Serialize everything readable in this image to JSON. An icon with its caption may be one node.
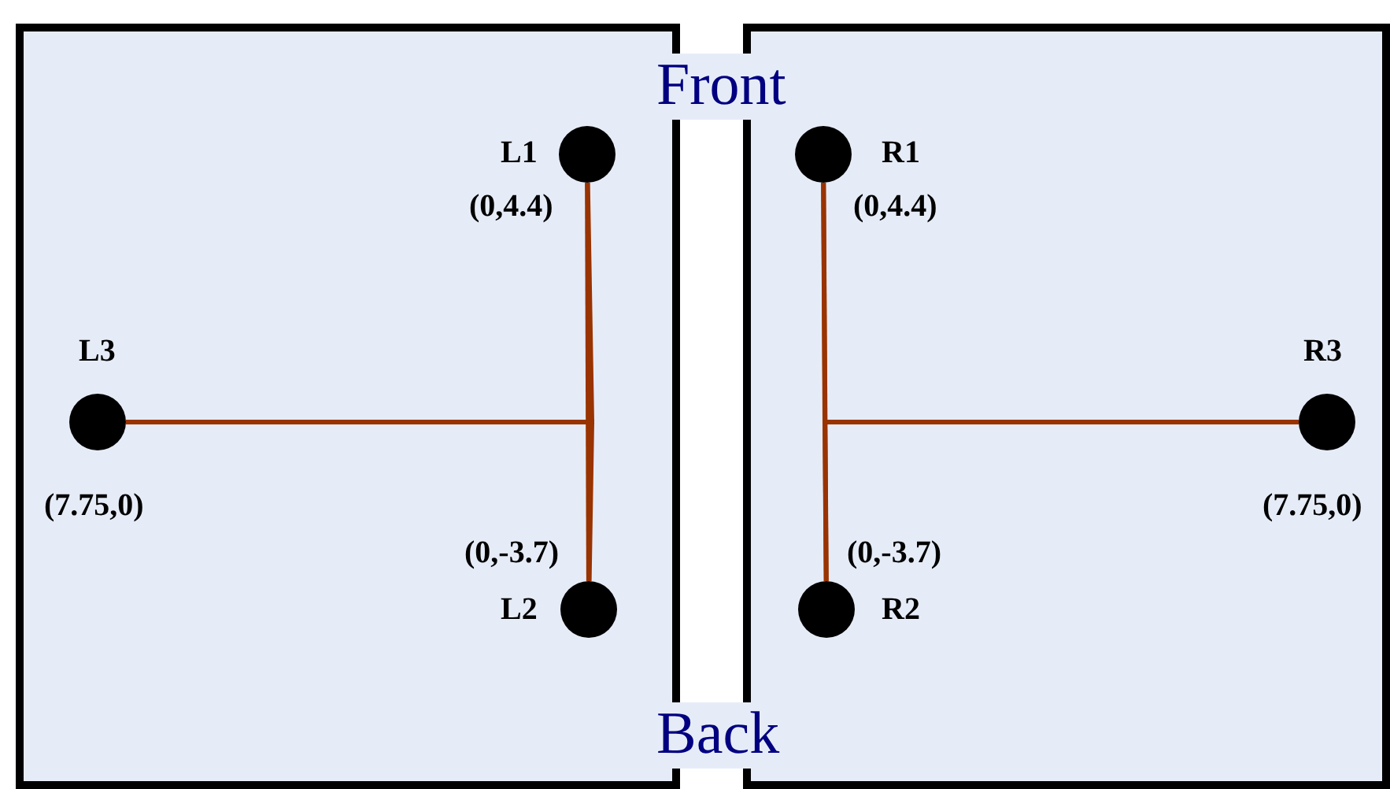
{
  "diagram": {
    "nodes": [
      {
        "text": [],
        "shape": "box"
      },
      {
        "text": [
          "L1"
        ],
        "beside": [
          "(0,4.4)"
        ],
        "in": 0
      },
      {
        "text": [
          "L2"
        ],
        "beside": [
          "(0,-3.7)"
        ],
        "in": 0
      },
      {
        "text": [
          "L3"
        ],
        "beside": [
          "(7.75,0)"
        ],
        "in": 0
      },
      {
        "text": [],
        "shape": "box"
      },
      {
        "text": [
          "R1"
        ],
        "beside": [
          "(0,4.4)"
        ],
        "in": 4
      },
      {
        "text": [
          "R2"
        ],
        "beside": [
          "(0,-3.7)"
        ],
        "in": 4
      },
      {
        "text": [
          "R3"
        ],
        "beside": [
          "(7.75,0)"
        ],
        "in": 4
      }
    ],
    "edges": [
      {
        "from": 1,
        "to": 2,
        "arrow": "none"
      },
      {
        "from": 3,
        "to": 1,
        "arrow": "none"
      },
      {
        "from": 3,
        "to": 2,
        "arrow": "none"
      },
      {
        "from": 5,
        "to": 6,
        "arrow": "none"
      },
      {
        "from": 7,
        "to": 5,
        "arrow": "none"
      },
      {
        "from": 7,
        "to": 6,
        "arrow": "none"
      }
    ],
    "labels": [
      "Front",
      "Back"
    ]
  }
}
